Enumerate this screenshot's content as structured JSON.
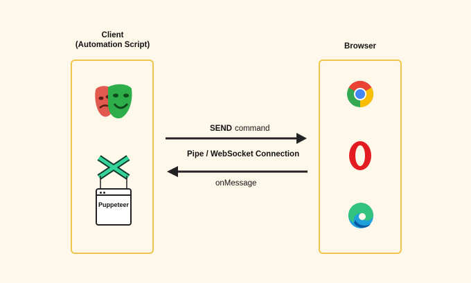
{
  "client": {
    "title_line1": "Client",
    "title_line2": "(Automation Script)",
    "tools": [
      {
        "name": "Playwright",
        "icon": "playwright-masks-icon"
      },
      {
        "name": "Puppeteer",
        "icon": "puppeteer-icon",
        "label": "Puppeteer"
      }
    ]
  },
  "browser": {
    "title": "Browser",
    "items": [
      {
        "icon": "chrome-icon"
      },
      {
        "icon": "opera-icon"
      },
      {
        "icon": "edge-icon"
      }
    ]
  },
  "connection": {
    "send_keyword": "SEND",
    "send_rest": "command",
    "channel": "Pipe / WebSocket Connection",
    "receive": "onMessage"
  },
  "colors": {
    "background": "#fdf8e9",
    "panel_border": "#f0c64a",
    "arrow": "#222222"
  }
}
